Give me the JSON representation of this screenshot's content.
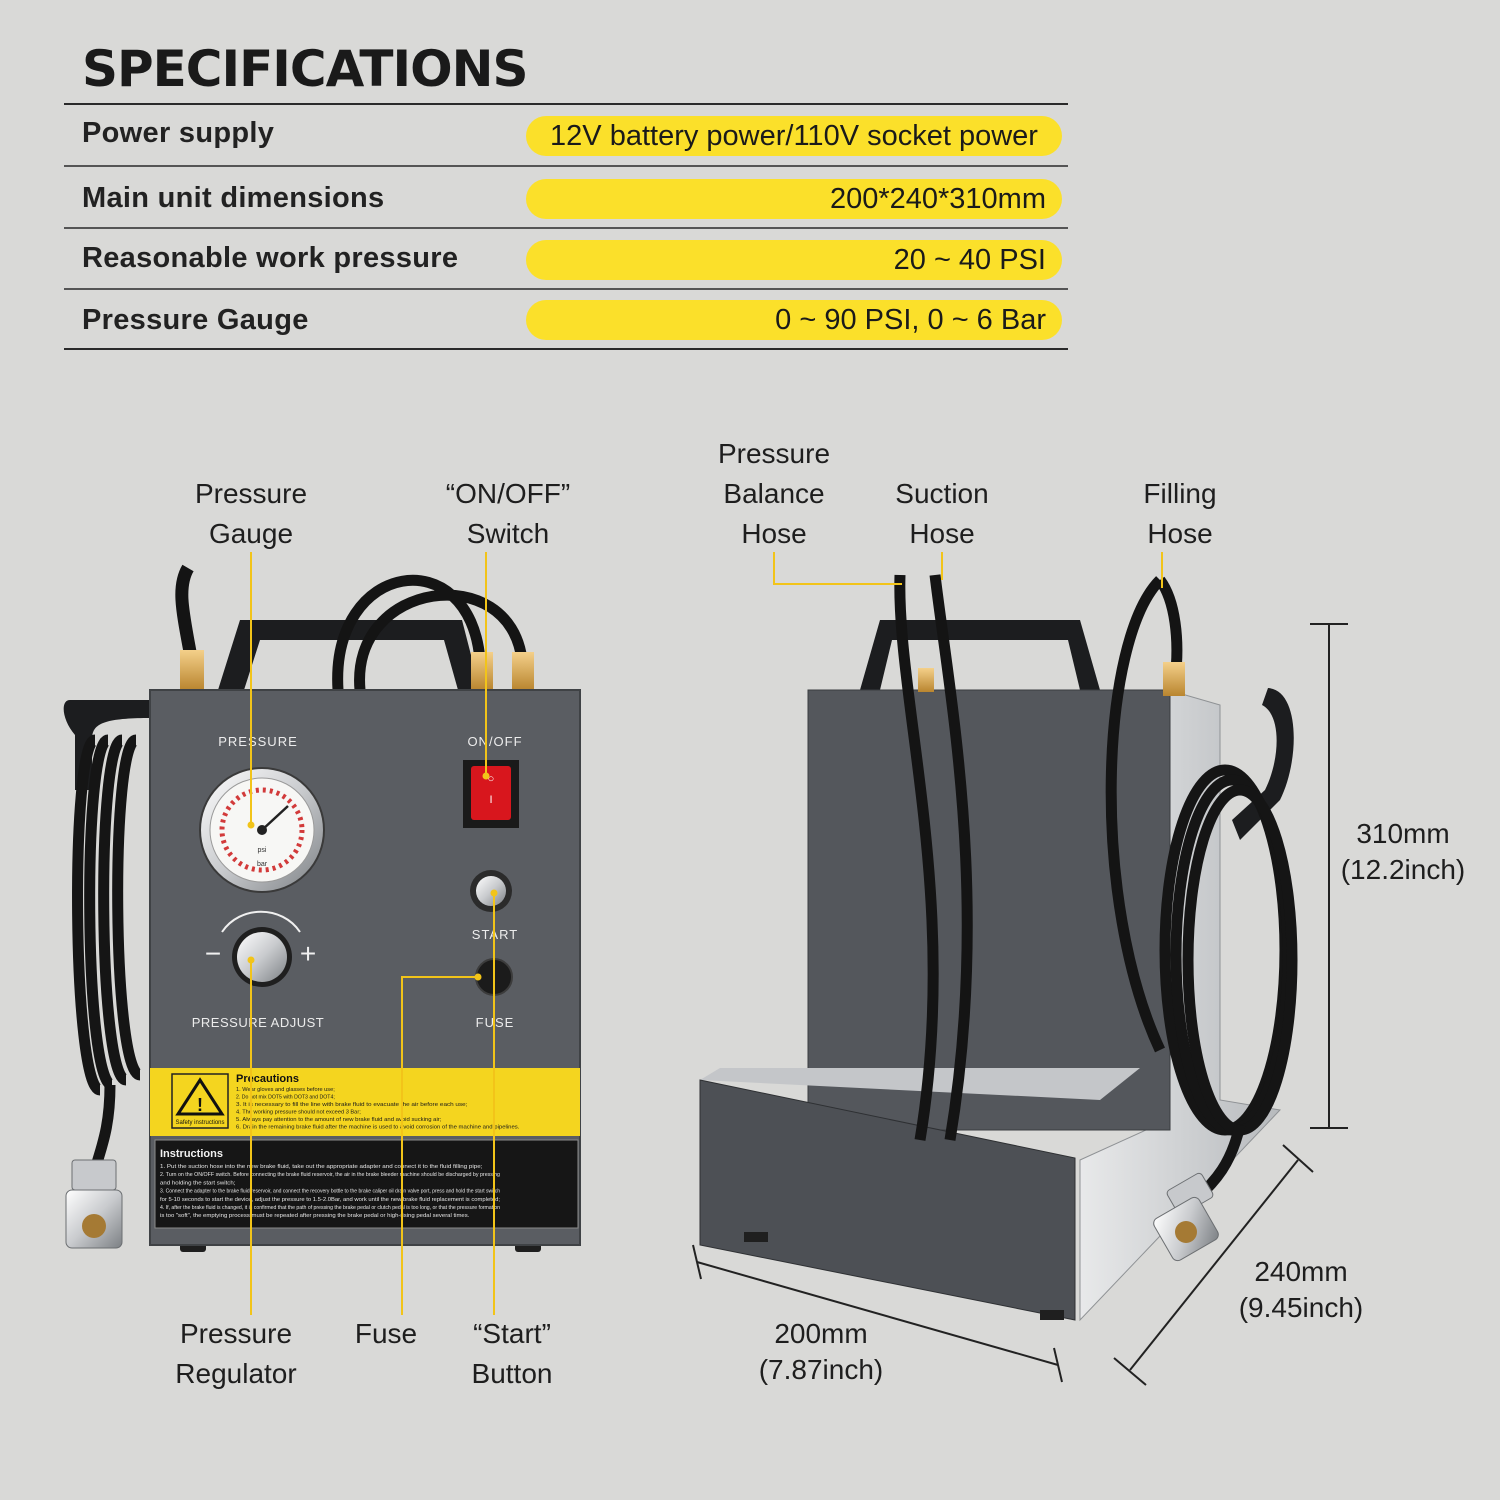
{
  "header": {
    "title": "SPECIFICATIONS"
  },
  "specs": [
    {
      "label": "Power supply",
      "value": "12V battery power/110V socket power"
    },
    {
      "label": "Main unit dimensions",
      "value": "200*240*310mm"
    },
    {
      "label": "Reasonable work pressure",
      "value": "20 ~ 40 PSI"
    },
    {
      "label": "Pressure Gauge",
      "value": "0 ~ 90 PSI, 0 ~ 6 Bar"
    }
  ],
  "front_view": {
    "callouts": {
      "pressure_gauge": "Pressure\nGauge",
      "on_off_switch": "“ON/OFF”\nSwitch",
      "pressure_regulator": "Pressure\nRegulator",
      "fuse": "Fuse",
      "start_button": "“Start”\nButton"
    },
    "panel": {
      "pressure_label": "PRESSURE",
      "onoff_label": "ON/OFF",
      "start_label": "START",
      "fuse_label": "FUSE",
      "adjust_label": "PRESSURE ADJUST",
      "minus": "−",
      "plus": "+",
      "gauge_unit_psi": "psi",
      "gauge_unit_bar": "bar",
      "precautions_title": "Precautions",
      "precautions": [
        "1. Wear gloves and glasses before use;",
        "2. Do not mix DOT5 with DOT3 and DOT4;",
        "3. It is necessary to fill the line with brake fluid to evacuate the air before each use;",
        "4. The working pressure should not exceed 3 Bar;",
        "5. Always pay attention to the amount of new brake fluid and avoid sucking air;",
        "6. Drain the remaining brake fluid after the machine is used to avoid corrosion of the machine and pipelines."
      ],
      "safety_caption": "Safety instructions",
      "instructions_title": "Instructions",
      "instructions": [
        "1. Put the suction hose into the new brake fluid, take out the appropriate adapter and connect it to the fluid filling pipe;",
        "2. Turn on the ON/OFF switch. Before connecting the brake fluid reservoir, the air in the brake bleeder machine should be discharged by pressing",
        "and holding the start switch;",
        "3. Connect the adapter to the brake fluid reservoir, and connect the recovery bottle to the brake caliper oil drain valve port, press and hold the start switch",
        "for 5-10 seconds to start the device, adjust the pressure to 1.5-2.0Bar, and work until the new brake fluid replacement is completed;",
        "4. If, after the brake fluid is changed, it is confirmed that the path of pressing the brake pedal or clutch pedal is too long, or that the pressure formation",
        "is too \"soft\", the emptying process must be repeated after pressing the brake pedal or high-rising pedal several times."
      ]
    }
  },
  "side_view": {
    "callouts": {
      "pressure_balance_hose": "Pressure\nBalance\nHose",
      "suction_hose": "Suction\nHose",
      "filling_hose": "Filling\nHose"
    },
    "dimensions": {
      "height": "310mm\n(12.2inch)",
      "depth": "240mm\n(9.45inch)",
      "width": "200mm\n(7.87inch)"
    }
  },
  "colors": {
    "accent_yellow": "#fbe02a",
    "panel_gray": "#5a5d62",
    "background": "#d9d9d7"
  }
}
